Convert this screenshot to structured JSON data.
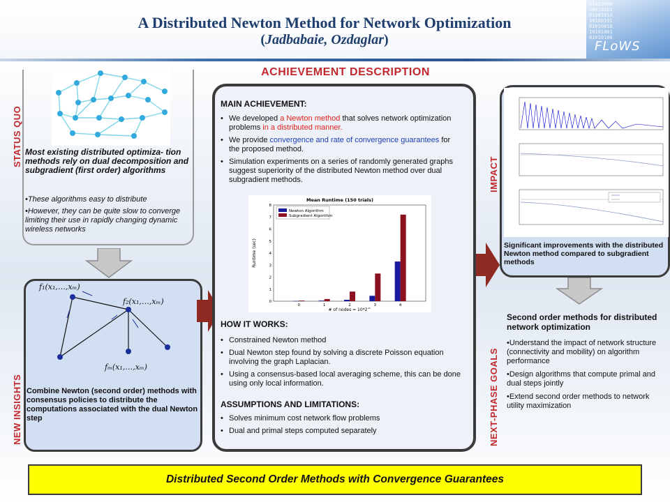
{
  "header": {
    "title": "A Distributed Newton Method for Network Optimization",
    "subtitle_open": "(",
    "subtitle_authors": "Jadbabaie, Ozdaglar",
    "subtitle_close": ")",
    "logo_text": "FLoWS",
    "logo_digits": "01010000\n10010101\n01001010\n10100101\n01010010\n10101001\n01010100"
  },
  "status_quo": {
    "label": "STATUS QUO",
    "heading": "Most existing distributed optimiza- tion methods rely on dual decomposition and subgradient (first order) algorithms",
    "bullets": [
      "•These algorithms easy to distribute",
      "•However, they can be quite slow to converge limiting their use in rapidly changing dynamic wireless networks"
    ]
  },
  "new_insights": {
    "label": "NEW INSIGHTS",
    "eq1": "f₁(x₁,…,xₘ)",
    "eq2": "f₂(x₁,…,xₘ)",
    "eq3": "fₘ(x₁,…,xₘ)",
    "text": "Combine Newton (second order) methods with consensus policies to distribute the computations associated with the dual Newton step"
  },
  "achievement": {
    "title": "ACHIEVEMENT DESCRIPTION",
    "main_heading": "MAIN ACHIEVEMENT:",
    "main_b1_pre": "We developed ",
    "main_b1_red1": "a Newton method",
    "main_b1_mid": " that solves network optimization problems ",
    "main_b1_red2": "in a distributed manner.",
    "main_b2_pre": "We provide ",
    "main_b2_blue": "convergence and rate of convergence guarantees",
    "main_b2_post": " for the proposed method.",
    "main_b3": "Simulation experiments on a series of randomly generated graphs suggest superiority of the distributed Newton method over dual subgradient methods.",
    "how_heading": "HOW IT WORKS:",
    "how_bullets": [
      "Constrained Newton method",
      "Dual Newton step found by solving a discrete Poisson equation involving the graph Laplacian.",
      "Using a consensus-based local averaging scheme, this can be done using only local information."
    ],
    "assump_heading": "ASSUMPTIONS AND LIMITATIONS:",
    "assump_bullets": [
      "Solves minimum cost network flow problems",
      "Dual and primal steps computed separately"
    ]
  },
  "chart_data": {
    "type": "bar",
    "title": "Mean Runtime (150 trials)",
    "xlabel": "# of nodes = 10*2^",
    "ylabel": "Runtime (sec)",
    "categories": [
      "0",
      "1",
      "2",
      "3",
      "4"
    ],
    "ylim": [
      0,
      8
    ],
    "yticks": [
      "0",
      "1",
      "2",
      "3",
      "4",
      "5",
      "6",
      "7",
      "8"
    ],
    "series": [
      {
        "name": "Newton Algorithm",
        "color": "#1a1a9c",
        "values": [
          0.02,
          0.05,
          0.12,
          0.45,
          3.3
        ]
      },
      {
        "name": "Subgradient Algorithm",
        "color": "#8b1020",
        "values": [
          0.05,
          0.18,
          0.8,
          2.3,
          7.2
        ]
      }
    ],
    "legend": "top-left"
  },
  "impact": {
    "label": "IMPACT",
    "text": "Significant improvements with the distributed Newton method compared to subgradient methods"
  },
  "next_phase": {
    "label": "NEXT-PHASE GOALS",
    "heading": "Second order methods for distributed network optimization",
    "bullets": [
      "•Understand the impact of network structure (connectivity and mobility) on algorithm performance",
      "•Design algorithms that compute primal and dual steps jointly",
      "•Extend second order methods to network utility maximization"
    ]
  },
  "banner": {
    "text": "Distributed Second Order Methods with Convergence Guarantees"
  },
  "colors": {
    "accent_red": "#c0282d",
    "title_blue": "#1f3e6e",
    "banner_yellow": "#ffff00",
    "arrow_red": "#8e2a22"
  }
}
